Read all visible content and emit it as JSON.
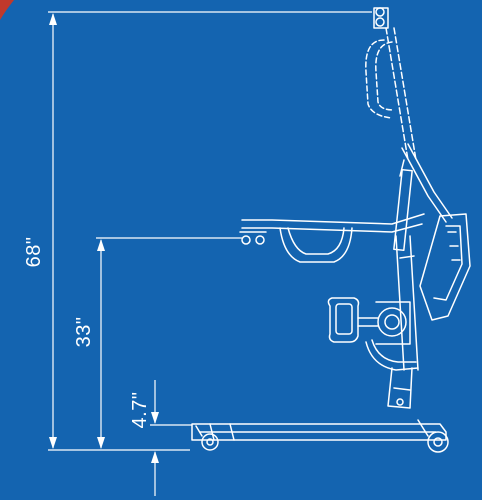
{
  "dimensions": {
    "overall_height": "68\"",
    "arm_height": "33\"",
    "base_clearance": "4.7\""
  },
  "colors": {
    "background": "#1464b0",
    "linework": "#ffffff",
    "corner_accent": "#c0392b"
  }
}
